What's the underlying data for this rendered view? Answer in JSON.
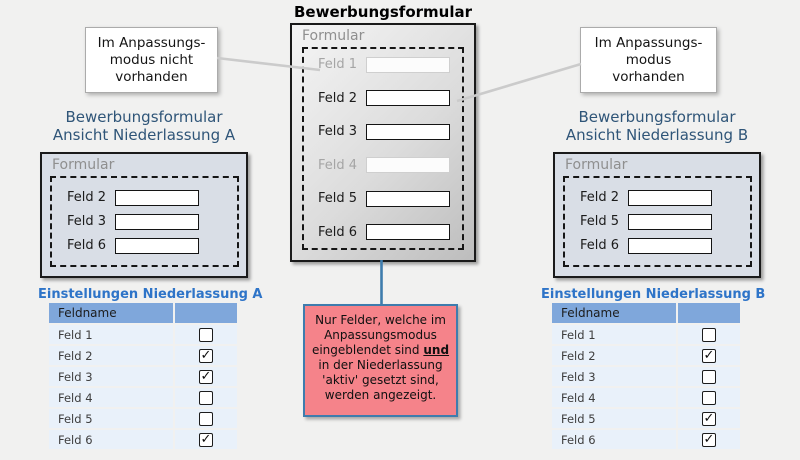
{
  "main_form": {
    "title": "Bewerbungsformular",
    "panel_label": "Formular",
    "fields": [
      {
        "label": "Feld 1",
        "present_in_adjustment_mode": false
      },
      {
        "label": "Feld 2",
        "present_in_adjustment_mode": true
      },
      {
        "label": "Feld 3",
        "present_in_adjustment_mode": true
      },
      {
        "label": "Feld 4",
        "present_in_adjustment_mode": false
      },
      {
        "label": "Feld 5",
        "present_in_adjustment_mode": true
      },
      {
        "label": "Feld 6",
        "present_in_adjustment_mode": true
      }
    ]
  },
  "callouts": {
    "left": {
      "lines": [
        "Im Anpassungs-",
        "modus nicht",
        "vorhanden"
      ]
    },
    "right": {
      "lines": [
        "Im Anpassungs-",
        "modus",
        "vorhanden"
      ]
    }
  },
  "branch_a": {
    "title_lines": [
      "Bewerbungsformular",
      "Ansicht Niederlassung A"
    ],
    "panel_label": "Formular",
    "visible_fields": [
      "Feld 2",
      "Feld 3",
      "Feld 6"
    ],
    "settings_title": "Einstellungen Niederlassung A",
    "table": {
      "header": "Feldname",
      "rows": [
        {
          "label": "Feld 1",
          "checked": false
        },
        {
          "label": "Feld 2",
          "checked": true
        },
        {
          "label": "Feld 3",
          "checked": true
        },
        {
          "label": "Feld 4",
          "checked": false
        },
        {
          "label": "Feld 5",
          "checked": false
        },
        {
          "label": "Feld 6",
          "checked": true
        }
      ]
    }
  },
  "branch_b": {
    "title_lines": [
      "Bewerbungsformular",
      "Ansicht Niederlassung B"
    ],
    "panel_label": "Formular",
    "visible_fields": [
      "Feld 2",
      "Feld 5",
      "Feld 6"
    ],
    "settings_title": "Einstellungen Niederlassung B",
    "table": {
      "header": "Feldname",
      "rows": [
        {
          "label": "Feld 1",
          "checked": false
        },
        {
          "label": "Feld 2",
          "checked": true
        },
        {
          "label": "Feld 3",
          "checked": false
        },
        {
          "label": "Feld 4",
          "checked": false
        },
        {
          "label": "Feld 5",
          "checked": true
        },
        {
          "label": "Feld 6",
          "checked": true
        }
      ]
    }
  },
  "note": {
    "text_before": "Nur Felder, welche im Anpassungsmodus eingeblendet sind",
    "emphasis": "und",
    "text_after": "in der Niederlassung 'aktiv' gesetzt sind, werden angezeigt."
  },
  "colors": {
    "accent_blue": "#3E7CAD",
    "note_fill": "#F5838A",
    "table_header_blue": "#7FA7DB",
    "table_row_blue": "#E9F1FA",
    "settings_title_blue": "#2E74C8",
    "branch_title_blue": "#2F5578",
    "branch_box_fill": "#D9DEE6",
    "callout_line_gray": "#CBCBCB",
    "dimmed_gray": "#A5A5A5"
  }
}
